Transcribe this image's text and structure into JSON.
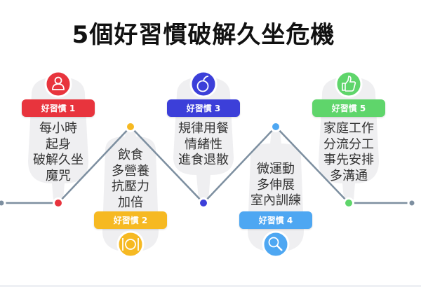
{
  "title": "5個好習慣破解久坐危機",
  "colors": {
    "line": "#7d8fa0",
    "blob": "#efeff1",
    "habit1": "#e8343d",
    "habit2": "#f6b922",
    "habit3": "#3c3fd9",
    "habit4": "#4ea7f2",
    "habit5": "#5fd56b"
  },
  "habits": [
    {
      "label": "好習慣 1",
      "icon": "user-icon",
      "lines": [
        "每小時",
        "起身",
        "破解久坐",
        "魔咒"
      ]
    },
    {
      "label": "好習慣 2",
      "icon": "plate-cutlery-icon",
      "lines": [
        "飲食",
        "多營養",
        "抗壓力",
        "加倍"
      ]
    },
    {
      "label": "好習慣 3",
      "icon": "apple-icon",
      "lines": [
        "規律用餐",
        "情緒性",
        "進食退散"
      ]
    },
    {
      "label": "好習慣 4",
      "icon": "magnifier-icon",
      "lines": [
        "微運動",
        "多伸展",
        "室內訓練"
      ]
    },
    {
      "label": "好習慣 5",
      "icon": "thumbs-up-icon",
      "lines": [
        "家庭工作",
        "分流分工",
        "事先安排",
        "多溝通"
      ]
    }
  ]
}
